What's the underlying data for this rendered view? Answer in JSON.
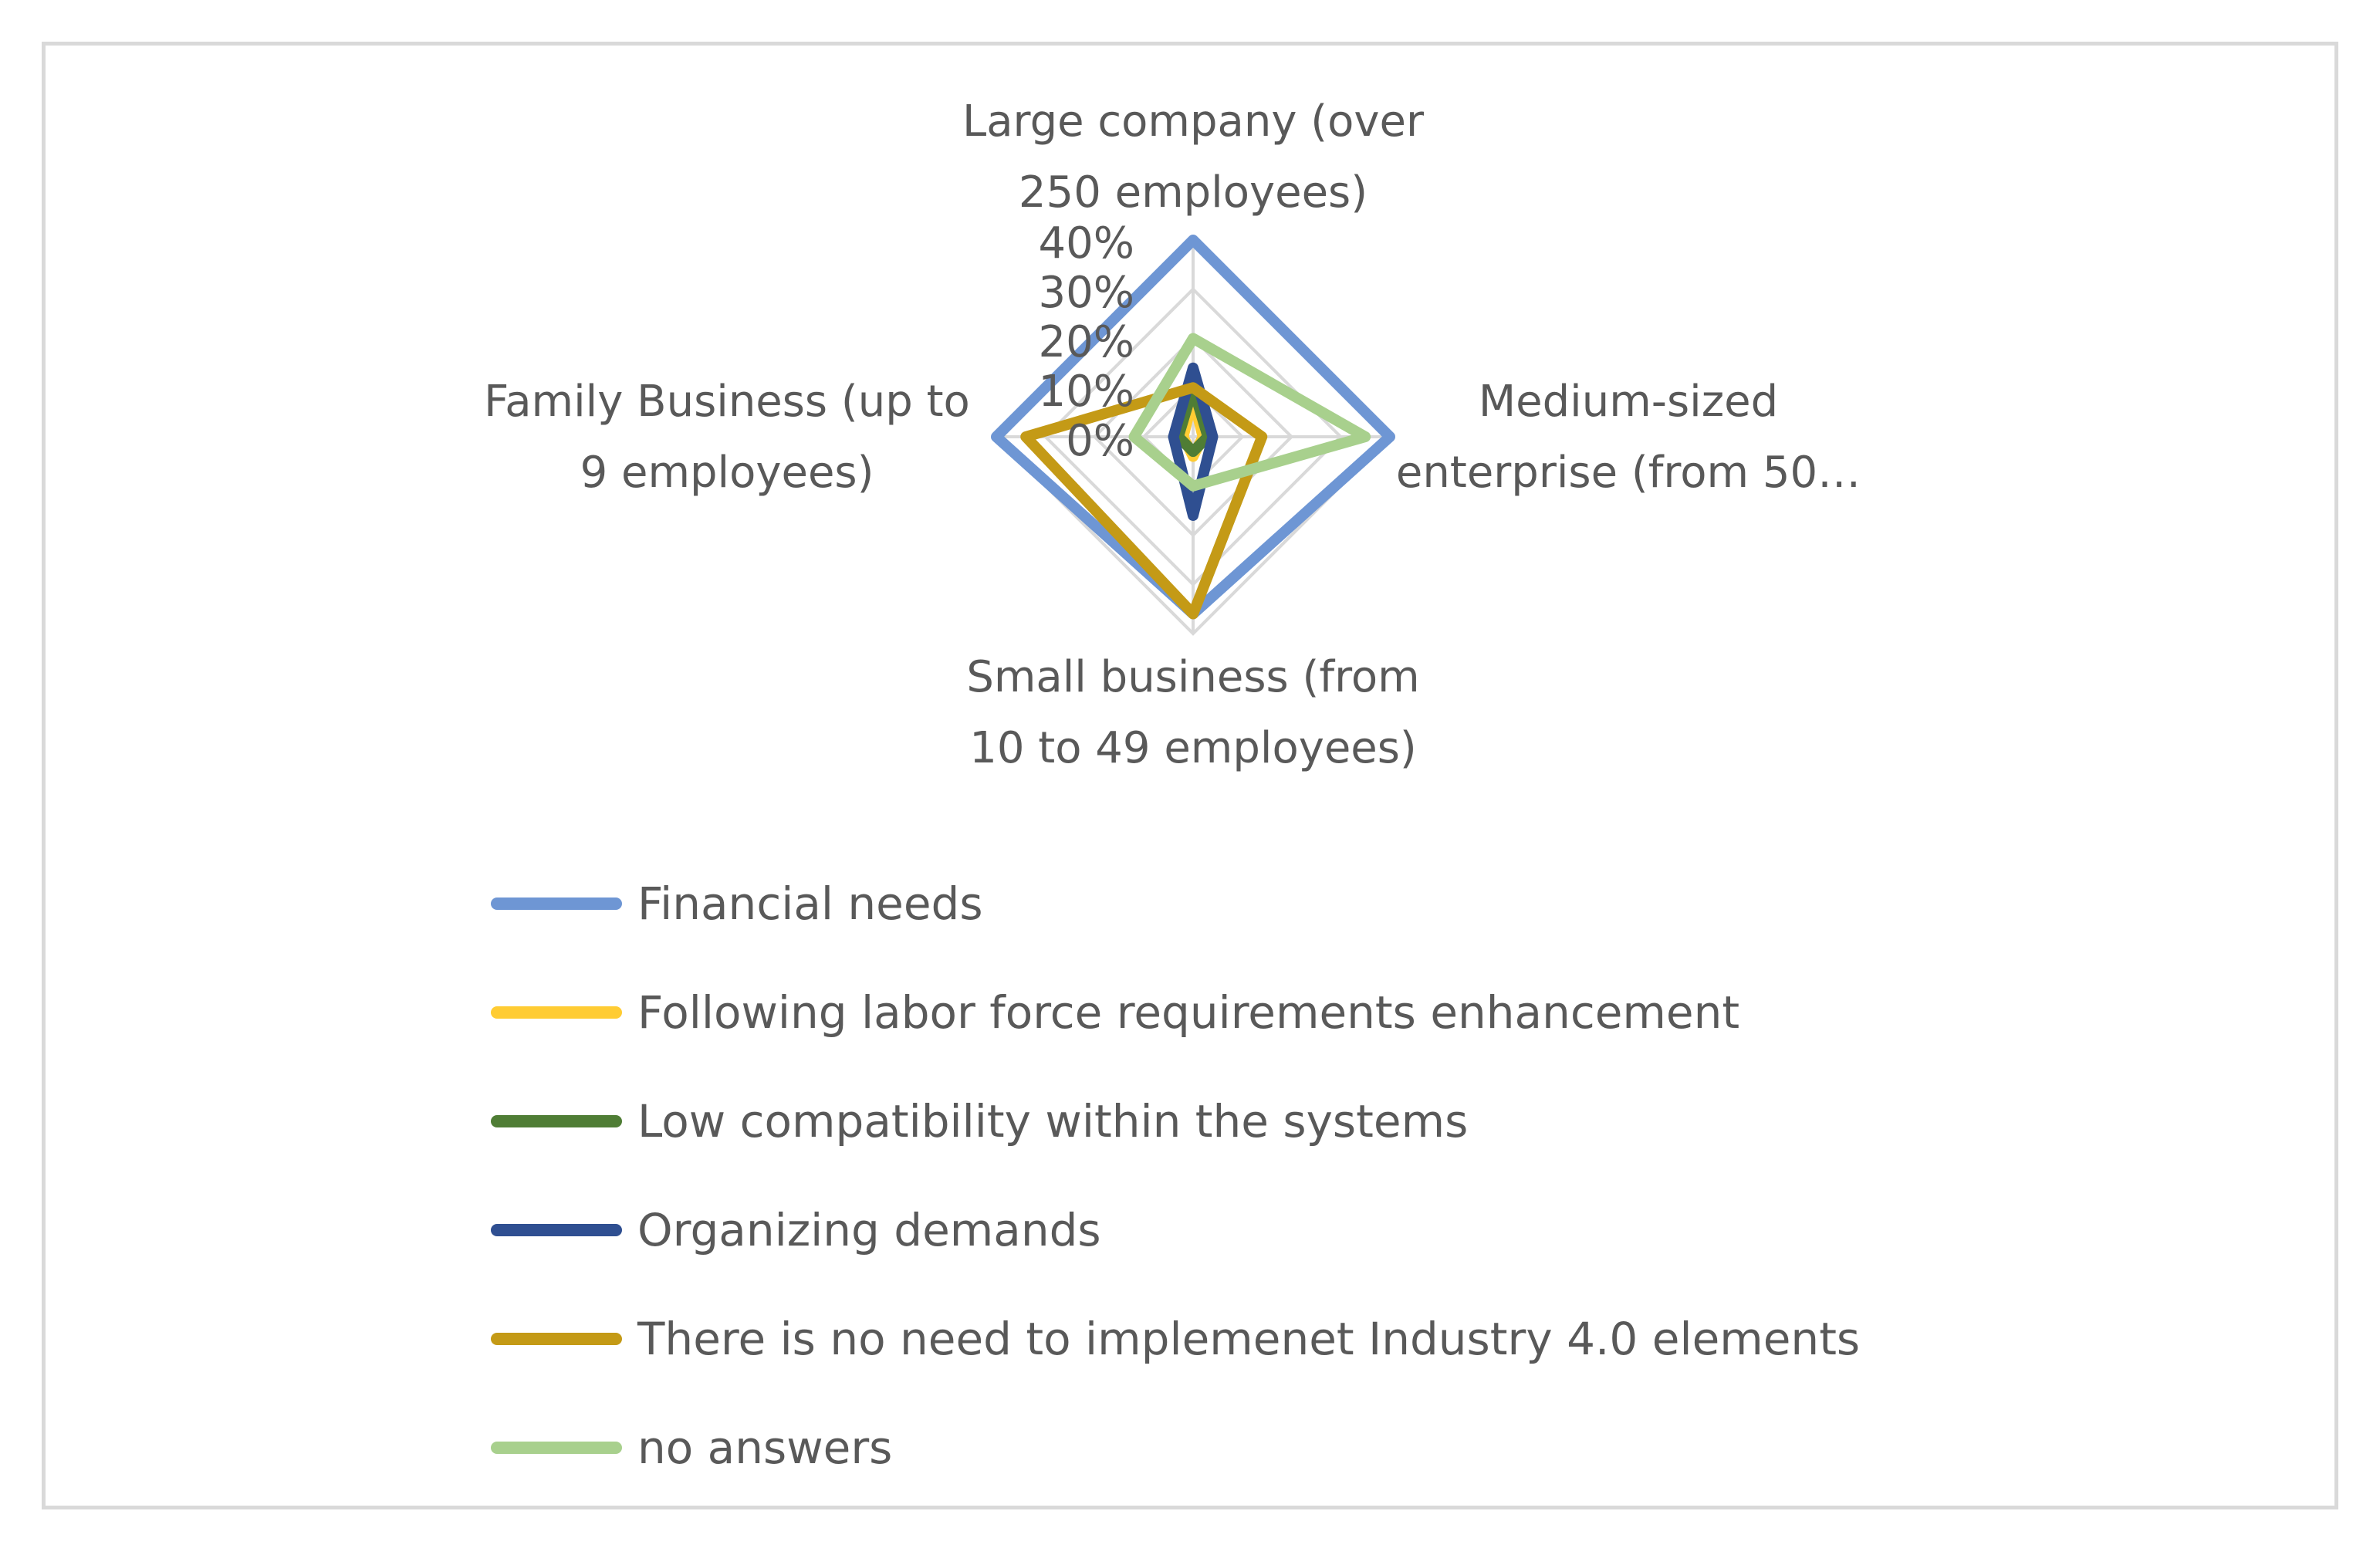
{
  "chart_data": {
    "type": "radar",
    "categories": [
      "Large company (over 250 employees)",
      "Medium-sized enterprise (from 50…",
      "Small business (from 10 to 49 employees)",
      "Family Business (up to 9 employees)"
    ],
    "category_lines": [
      [
        "Large company (over",
        "250 employees)"
      ],
      [
        "Medium-sized",
        "enterprise (from 50…"
      ],
      [
        "Small business (from",
        "10 to 49 employees)"
      ],
      [
        "Family Business (up to",
        "9 employees)"
      ]
    ],
    "ticks": [
      "0%",
      "10%",
      "20%",
      "30%",
      "40%"
    ],
    "tick_values": [
      0,
      10,
      20,
      30,
      40
    ],
    "rlim": [
      0,
      40
    ],
    "series": [
      {
        "name": "Financial needs",
        "color": "#6e96d4",
        "values": [
          40,
          40,
          36,
          40
        ]
      },
      {
        "name": "Following labor force requirements enhancement",
        "color": "#ffcc33",
        "values": [
          8,
          2,
          4,
          2
        ]
      },
      {
        "name": "Low compatibility within the systems",
        "color": "#4f7d35",
        "values": [
          10,
          3,
          3,
          3
        ]
      },
      {
        "name": "Organizing demands",
        "color": "#2f4f91",
        "values": [
          14,
          4,
          16,
          4
        ]
      },
      {
        "name": "There is no need to implemenet Industry 4.0 elements",
        "color": "#c49a16",
        "values": [
          10,
          14,
          36,
          34
        ]
      },
      {
        "name": "no answers",
        "color": "#a8d08d",
        "values": [
          20,
          35,
          10,
          12
        ]
      }
    ],
    "grid": true,
    "legend_position": "bottom"
  }
}
